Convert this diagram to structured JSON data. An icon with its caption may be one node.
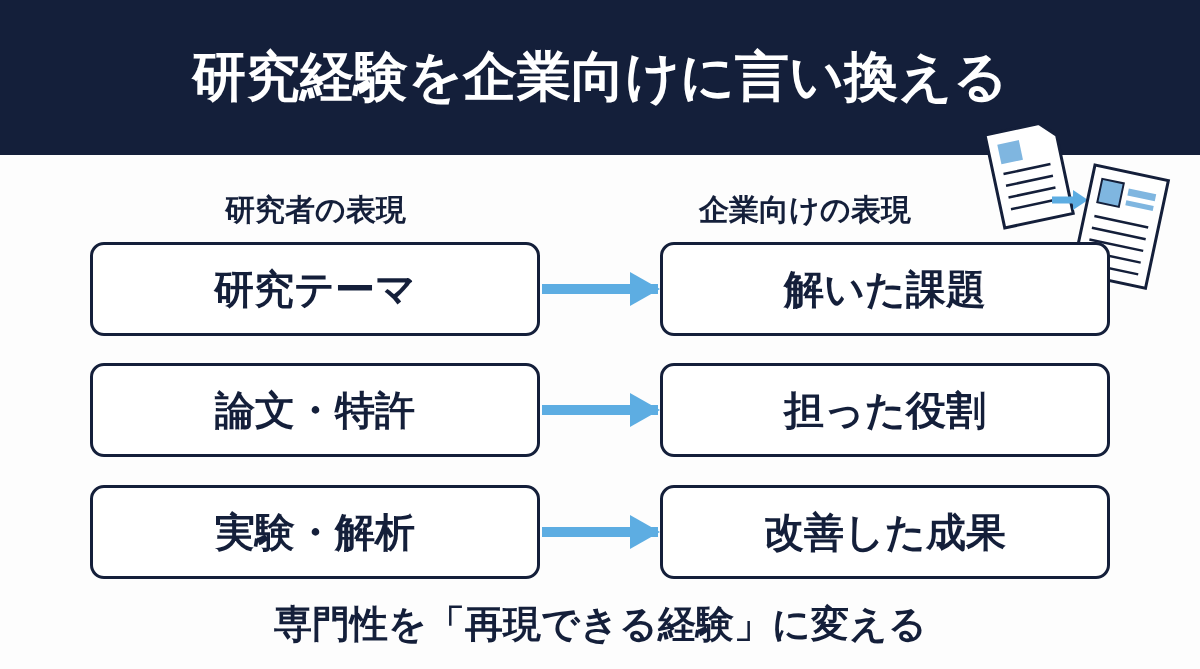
{
  "diagram": {
    "title": "研究経験を企業向けに言い換える",
    "nodes": [
      {
        "text": [
          "研究テーマ"
        ]
      },
      {
        "text": [
          "解いた課題"
        ]
      },
      {
        "text": [
          "論文・特許"
        ]
      },
      {
        "text": [
          "担った役割"
        ]
      },
      {
        "text": [
          "実験・解析"
        ]
      },
      {
        "text": [
          "改善した成果"
        ]
      }
    ],
    "edges": [
      {
        "from": 0,
        "to": 1,
        "arrow": "to"
      },
      {
        "from": 2,
        "to": 3,
        "arrow": "to"
      },
      {
        "from": 4,
        "to": 5,
        "arrow": "to"
      }
    ],
    "labels": [
      "研究者の表現",
      "企業向けの表現",
      "専門性を「再現できる経験」に変える"
    ]
  }
}
